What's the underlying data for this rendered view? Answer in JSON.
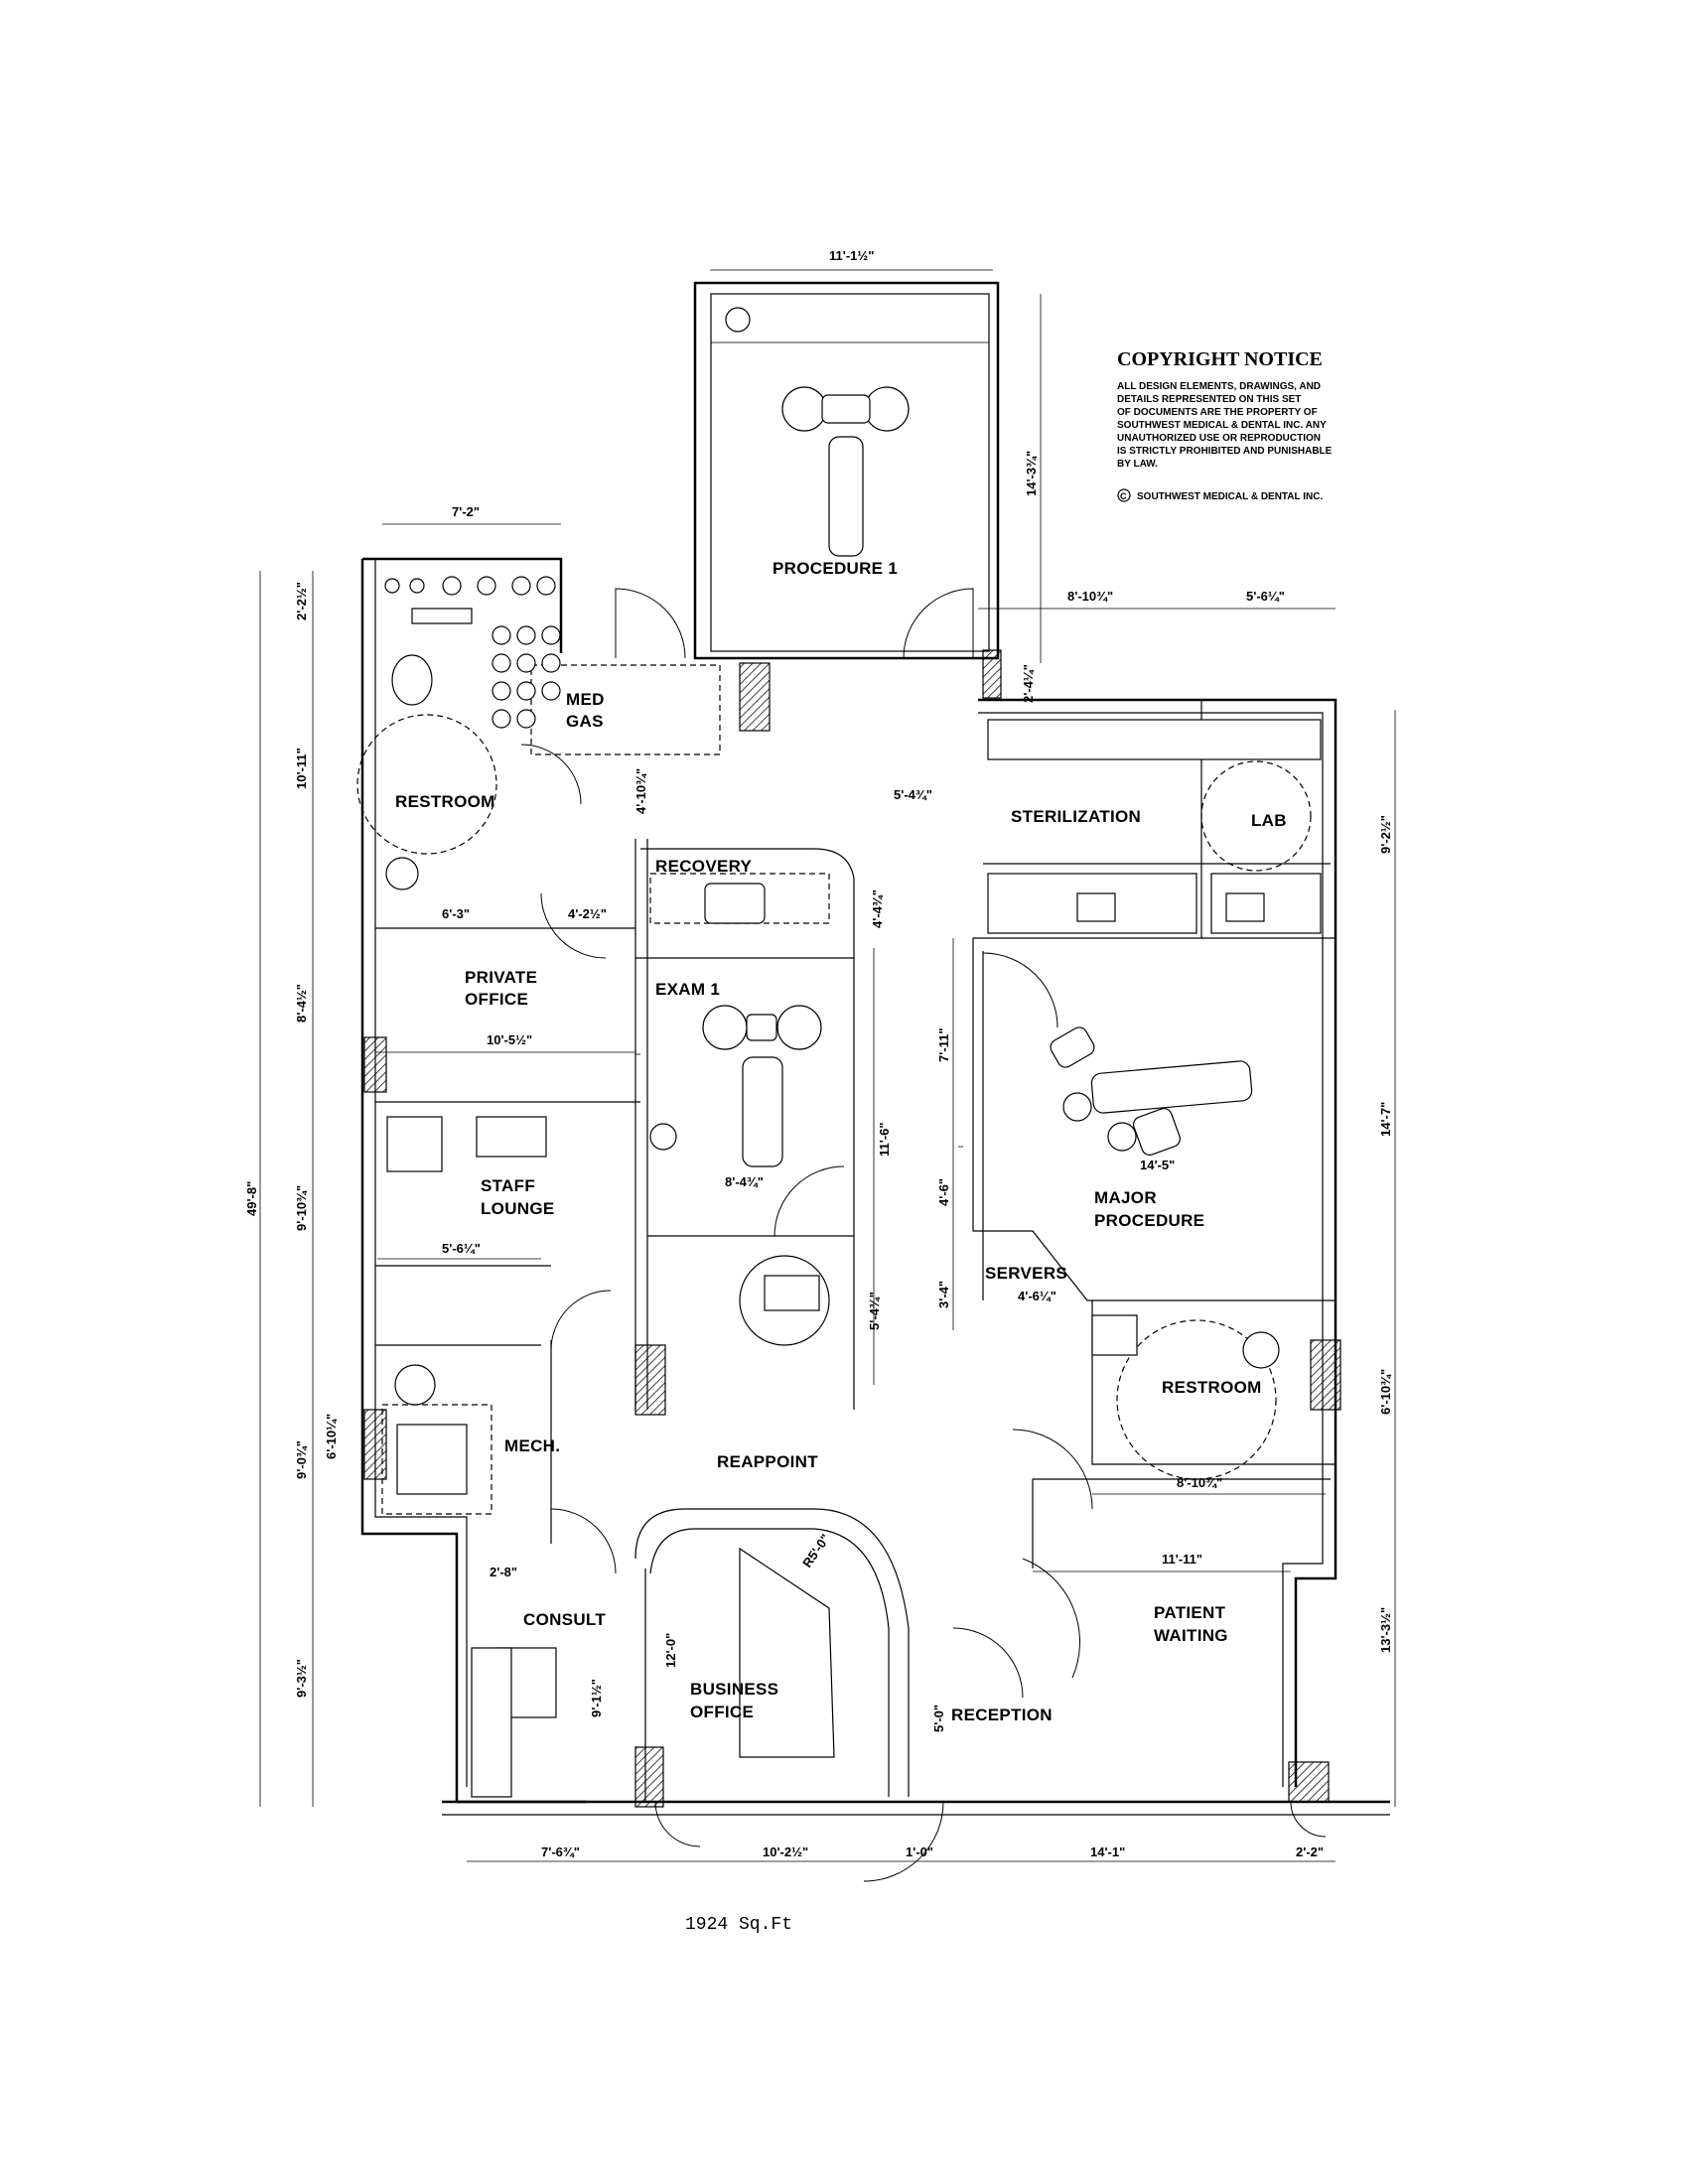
{
  "copyright": {
    "title": "COPYRIGHT NOTICE",
    "lines": [
      "ALL DESIGN ELEMENTS, DRAWINGS, AND",
      "DETAILS REPRESENTED ON THIS SET",
      "OF DOCUMENTS ARE THE PROPERTY OF",
      "SOUTHWEST MEDICAL & DENTAL INC. ANY",
      "UNAUTHORIZED USE OR REPRODUCTION",
      "IS STRICTLY PROHIBITED AND PUNISHABLE",
      "BY LAW.",
      "SOUTHWEST MEDICAL & DENTAL INC."
    ]
  },
  "rooms": {
    "procedure1": "PROCEDURE 1",
    "medgas1": "MED",
    "medgas2": "GAS",
    "restroom_left": "RESTROOM",
    "sterilization": "STERILIZATION",
    "lab": "LAB",
    "recovery": "RECOVERY",
    "private1": "PRIVATE",
    "private2": "OFFICE",
    "exam1": "EXAM 1",
    "major1": "MAJOR",
    "major2": "PROCEDURE",
    "staff1": "STAFF",
    "staff2": "LOUNGE",
    "servers": "SERVERS",
    "restroom_right": "RESTROOM",
    "mech": "MECH.",
    "reappoint": "REAPPOINT",
    "consult": "CONSULT",
    "patient1": "PATIENT",
    "patient2": "WAITING",
    "business1": "BUSINESS",
    "business2": "OFFICE",
    "reception": "RECEPTION"
  },
  "dimensions": {
    "d_11_1h": "11'-1½\"",
    "d_14_3q": "14'-3¾\"",
    "d_7_2": "7'-2\"",
    "d_2_2h": "2'-2½\"",
    "d_8_10q_top": "8'-10¾\"",
    "d_5_6q_top": "5'-6¼\"",
    "d_2_4q": "2'-4¼\"",
    "d_10_11": "10'-11\"",
    "d_4_10q": "4'-10¾\"",
    "d_5_4q": "5'-4¾\"",
    "d_9_2h": "9'-2½\"",
    "d_4_4q": "4'-4¾\"",
    "d_6_3": "6'-3\"",
    "d_4_2h": "4'-2½\"",
    "d_8_4h": "8'-4½\"",
    "d_10_5h": "10'-5½\"",
    "d_7_11": "7'-11\"",
    "d_11_6": "11'-6\"",
    "d_14_5": "14'-5\"",
    "d_14_7": "14'-7\"",
    "d_49_8": "49'-8\"",
    "d_9_10q": "9'-10¾\"",
    "d_8_4q": "8'-4¾\"",
    "d_4_6": "4'-6\"",
    "d_5_6q_mid": "5'-6¼\"",
    "d_3_4": "3'-4\"",
    "d_4_6q": "4'-6¼\"",
    "d_5_4q_mid": "5'-4¾\"",
    "d_9_0q": "9'-0¾\"",
    "d_6_10q_left": "6'-10¼\"",
    "d_6_10q_right": "6'-10¾\"",
    "d_8_10q_mid": "8'-10¾\"",
    "d_11_11": "11'-11\"",
    "d_2_8": "2'-8\"",
    "d_r5_0": "R5'-0\"",
    "d_12_0": "12'-0\"",
    "d_9_1h": "9'-1½\"",
    "d_9_3h": "9'-3½\"",
    "d_13_3h": "13'-3½\"",
    "d_5_0": "5'-0\"",
    "d_7_6q": "7'-6¾\"",
    "d_10_2h": "10'-2½\"",
    "d_1_0": "1'-0\"",
    "d_14_1": "14'-1\"",
    "d_2_2": "2'-2\""
  },
  "area": "1924 Sq.Ft"
}
